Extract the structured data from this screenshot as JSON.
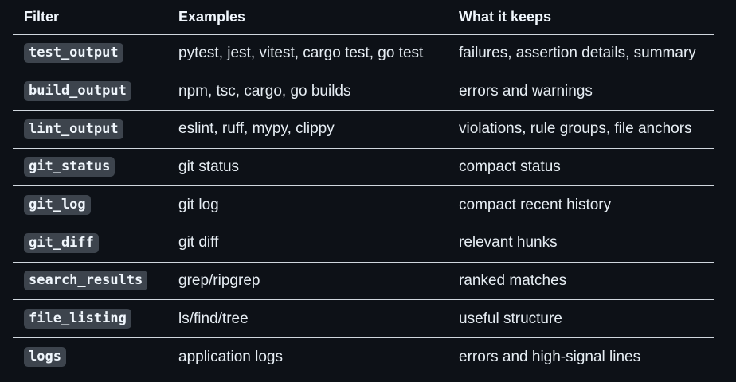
{
  "table": {
    "headers": [
      "Filter",
      "Examples",
      "What it keeps"
    ],
    "rows": [
      {
        "filter": "test_output",
        "examples": "pytest, jest, vitest, cargo test, go test",
        "keeps": "failures, assertion details, summary"
      },
      {
        "filter": "build_output",
        "examples": "npm, tsc, cargo, go builds",
        "keeps": "errors and warnings"
      },
      {
        "filter": "lint_output",
        "examples": "eslint, ruff, mypy, clippy",
        "keeps": "violations, rule groups, file anchors"
      },
      {
        "filter": "git_status",
        "examples": "git status",
        "keeps": "compact status"
      },
      {
        "filter": "git_log",
        "examples": "git log",
        "keeps": "compact recent history"
      },
      {
        "filter": "git_diff",
        "examples": "git diff",
        "keeps": "relevant hunks"
      },
      {
        "filter": "search_results",
        "examples": "grep/ripgrep",
        "keeps": "ranked matches"
      },
      {
        "filter": "file_listing",
        "examples": "ls/find/tree",
        "keeps": "useful structure"
      },
      {
        "filter": "logs",
        "examples": "application logs",
        "keeps": "errors and high-signal lines"
      }
    ]
  }
}
